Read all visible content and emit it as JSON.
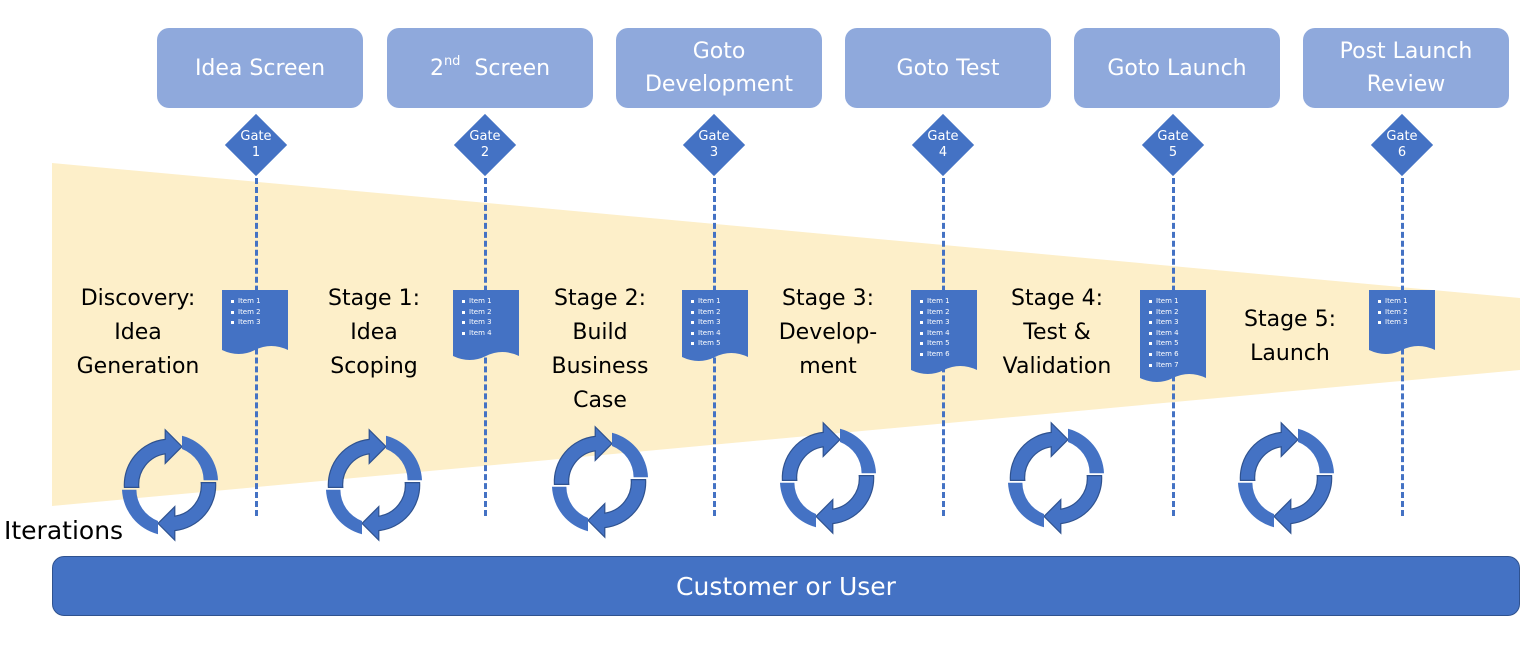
{
  "colors": {
    "gate_box": "#8fa9dc",
    "accent_blue": "#4472c4",
    "funnel": "#fdefc9",
    "text_dark": "#000000",
    "text_light": "#ffffff"
  },
  "gates": [
    {
      "title": "Idea Screen",
      "title_sup": "",
      "title_after": "",
      "diamond_word": "Gate",
      "diamond_num": "1"
    },
    {
      "title": "2",
      "title_sup": "nd",
      "title_after": "  Screen",
      "diamond_word": "Gate",
      "diamond_num": "2"
    },
    {
      "title": "Goto\nDevelopment",
      "title_sup": "",
      "title_after": "",
      "diamond_word": "Gate",
      "diamond_num": "3"
    },
    {
      "title": "Goto Test",
      "title_sup": "",
      "title_after": "",
      "diamond_word": "Gate",
      "diamond_num": "4"
    },
    {
      "title": "Goto Launch",
      "title_sup": "",
      "title_after": "",
      "diamond_word": "Gate",
      "diamond_num": "5"
    },
    {
      "title": "Post Launch\nReview",
      "title_sup": "",
      "title_after": "",
      "diamond_word": "Gate",
      "diamond_num": "6"
    }
  ],
  "stages": [
    {
      "label": "Discovery:\nIdea\nGeneration"
    },
    {
      "label": "Stage 1:\nIdea\nScoping"
    },
    {
      "label": "Stage 2:\nBuild\nBusiness\nCase"
    },
    {
      "label": "Stage 3:\nDevelop-\nment"
    },
    {
      "label": "Stage 4:\nTest &\nValidation"
    },
    {
      "label": "Stage 5:\nLaunch"
    }
  ],
  "deliverables": [
    {
      "items": [
        "Item 1",
        "Item 2",
        "Item 3"
      ]
    },
    {
      "items": [
        "Item 1",
        "Item 2",
        "Item 3",
        "Item 4"
      ]
    },
    {
      "items": [
        "Item 1",
        "Item 2",
        "Item 3",
        "Item 4",
        "Item 5"
      ]
    },
    {
      "items": [
        "Item 1",
        "Item 2",
        "Item 3",
        "Item 4",
        "Item 5",
        "Item 6"
      ]
    },
    {
      "items": [
        "Item 1",
        "Item 2",
        "Item 3",
        "Item 4",
        "Item 5",
        "Item 6",
        "Item 7"
      ]
    },
    {
      "items": [
        "Item 1",
        "Item 2",
        "Item 3"
      ]
    }
  ],
  "iterations_label": "Iterations",
  "customer_bar_label": "Customer or User"
}
